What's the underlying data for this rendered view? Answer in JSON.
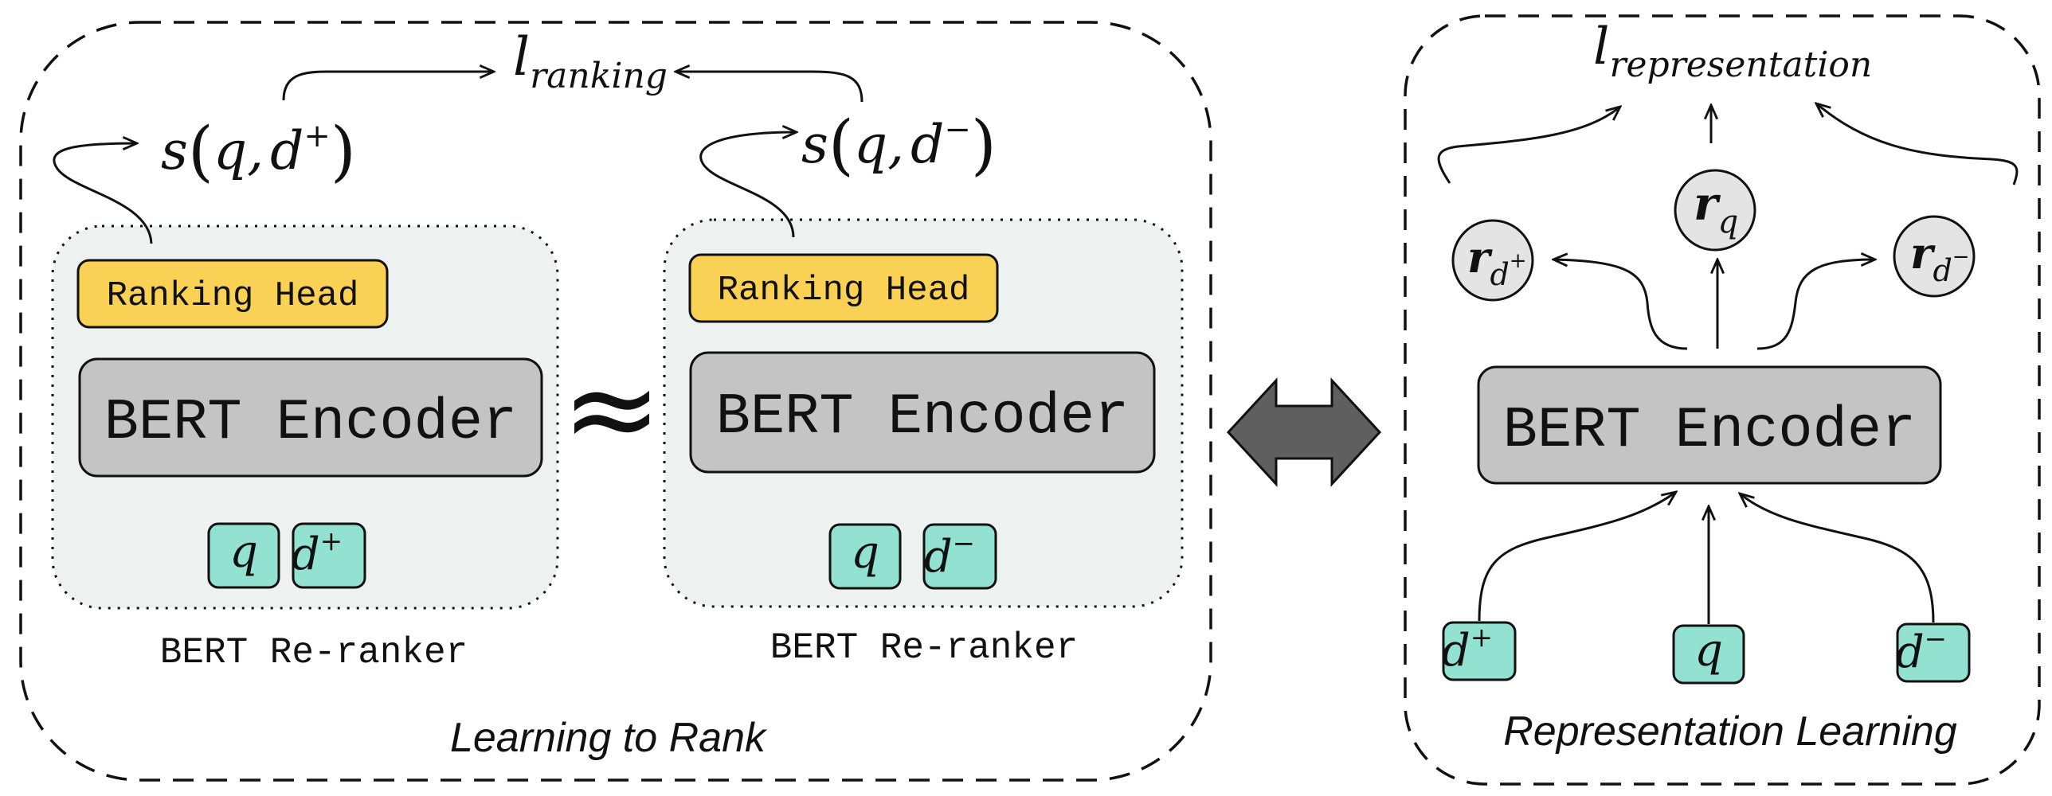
{
  "left_panel": {
    "caption": "Learning to Rank",
    "loss_base": "l",
    "loss_sub": "ranking",
    "reranker_pos": {
      "score_open": "s",
      "score_q": "q,",
      "score_d": "d",
      "score_sup": "+",
      "head_label": "Ranking Head",
      "encoder_label": "BERT Encoder",
      "input_q": "q",
      "input_d": "d",
      "input_d_sup": "+",
      "label": "BERT Re-ranker"
    },
    "reranker_neg": {
      "score_open": "s",
      "score_q": "q,",
      "score_d": "d",
      "score_sup": "−",
      "head_label": "Ranking Head",
      "encoder_label": "BERT Encoder",
      "input_q": "q",
      "input_d": "d",
      "input_d_sup": "−",
      "label": "BERT Re-ranker"
    },
    "approx_symbol": "≈"
  },
  "right_panel": {
    "caption": "Representation Learning",
    "loss_base": "l",
    "loss_sub": "representation",
    "encoder_label": "BERT Encoder",
    "rep_q": {
      "base": "r",
      "sub": "q"
    },
    "rep_dpos": {
      "base": "r",
      "sub": "d",
      "sup": "+"
    },
    "rep_dneg": {
      "base": "r",
      "sub": "d",
      "sup": "−"
    },
    "input_dpos": {
      "base": "d",
      "sup": "+"
    },
    "input_q": {
      "base": "q"
    },
    "input_dneg": {
      "base": "d",
      "sup": "−"
    }
  },
  "colors": {
    "head": "#f9d255",
    "encoder": "#c4c4c4",
    "input": "#93e2d1",
    "reranker_bg": "#edf1ef",
    "rep_node": "#e4e4e4",
    "double_arrow": "#5f5f5f"
  }
}
